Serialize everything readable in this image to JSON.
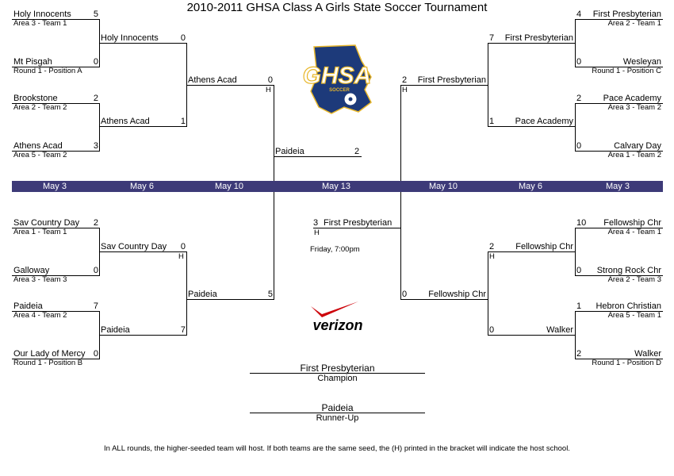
{
  "title": "2010-2011 GHSA Class A Girls State Soccer Tournament",
  "colors": {
    "date_band": "#3d3a78",
    "logo_blue": "#1d3a7a",
    "logo_gold": "#e8b72b",
    "verizon_red": "#cd040b"
  },
  "dates": {
    "l1": "May 3",
    "l2": "May 6",
    "l3": "May 10",
    "final": "May 13",
    "r3": "May 10",
    "r2": "May 6",
    "r1": "May 3"
  },
  "left_top": {
    "r1": [
      {
        "team": "Holy Innocents",
        "seed": "Area 3 - Team 1",
        "score": "5"
      },
      {
        "team": "Mt Pisgah",
        "seed": "Round 1 - Position A",
        "score": "0"
      },
      {
        "team": "Brookstone",
        "seed": "Area 2 - Team 2",
        "score": "2"
      },
      {
        "team": "Athens Acad",
        "seed": "Area 5 - Team 2",
        "score": "3"
      }
    ],
    "r2": [
      {
        "team": "Holy Innocents",
        "score": "0"
      },
      {
        "team": "Athens Acad",
        "score": "1"
      }
    ],
    "r3": {
      "team": "Athens Acad",
      "score": "0",
      "host": "H"
    }
  },
  "left_bottom": {
    "r1": [
      {
        "team": "Sav Country Day",
        "seed": "Area 1 - Team 1",
        "score": "2"
      },
      {
        "team": "Galloway",
        "seed": "Area 3 - Team 3",
        "score": "0"
      },
      {
        "team": "Paideia",
        "seed": "Area 4 - Team 2",
        "score": "7"
      },
      {
        "team": "Our Lady of Mercy",
        "seed": "Round 1 - Position B",
        "score": "0"
      }
    ],
    "r2": [
      {
        "team": "Sav Country Day",
        "score": "0",
        "host": "H"
      },
      {
        "team": "Paideia",
        "score": "7"
      }
    ],
    "r3": {
      "team": "Paideia",
      "score": "5"
    }
  },
  "right_top": {
    "r1": [
      {
        "team": "First Presbyterian",
        "seed": "Area 2 - Team 1",
        "score": "4"
      },
      {
        "team": "Wesleyan",
        "seed": "Round 1 - Position C",
        "score": "0"
      },
      {
        "team": "Pace Academy",
        "seed": "Area 3 - Team 2",
        "score": "2"
      },
      {
        "team": "Calvary Day",
        "seed": "Area 1 - Team 2",
        "score": "0"
      }
    ],
    "r2": [
      {
        "team": "First Presbyterian",
        "score": "7"
      },
      {
        "team": "Pace Academy",
        "score": "1"
      }
    ],
    "r3": {
      "team": "First Presbyterian",
      "score": "2",
      "host": "H"
    }
  },
  "right_bottom": {
    "r1": [
      {
        "team": "Fellowship Chr",
        "seed": "Area 4 - Team 1",
        "score": "10"
      },
      {
        "team": "Strong Rock Chr",
        "seed": "Area 2 - Team 3",
        "score": "0"
      },
      {
        "team": "Hebron Christian",
        "seed": "Area 5 - Team 1",
        "score": "1"
      },
      {
        "team": "Walker",
        "seed": "Round 1 - Position D",
        "score": "2"
      }
    ],
    "r2": [
      {
        "team": "Fellowship Chr",
        "score": "2",
        "host": "H"
      },
      {
        "team": "Walker",
        "score": "0"
      }
    ],
    "r3": {
      "team": "Fellowship Chr",
      "score": "0"
    }
  },
  "final": {
    "left": {
      "team": "Paideia",
      "score": "2"
    },
    "right": {
      "team": "First Presbyterian",
      "score": "3",
      "host": "H"
    },
    "time": "Friday, 7:00pm"
  },
  "champion": {
    "team": "First Presbyterian",
    "label": "Champion"
  },
  "runner_up": {
    "team": "Paideia",
    "label": "Runner-Up"
  },
  "logo": {
    "text": "GHSA",
    "sub": "SOCCER"
  },
  "sponsor": {
    "text": "verizon"
  },
  "footer": "In ALL rounds, the higher-seeded team will host.  If both teams are the same seed, the (H) printed in the bracket will indicate the host school."
}
